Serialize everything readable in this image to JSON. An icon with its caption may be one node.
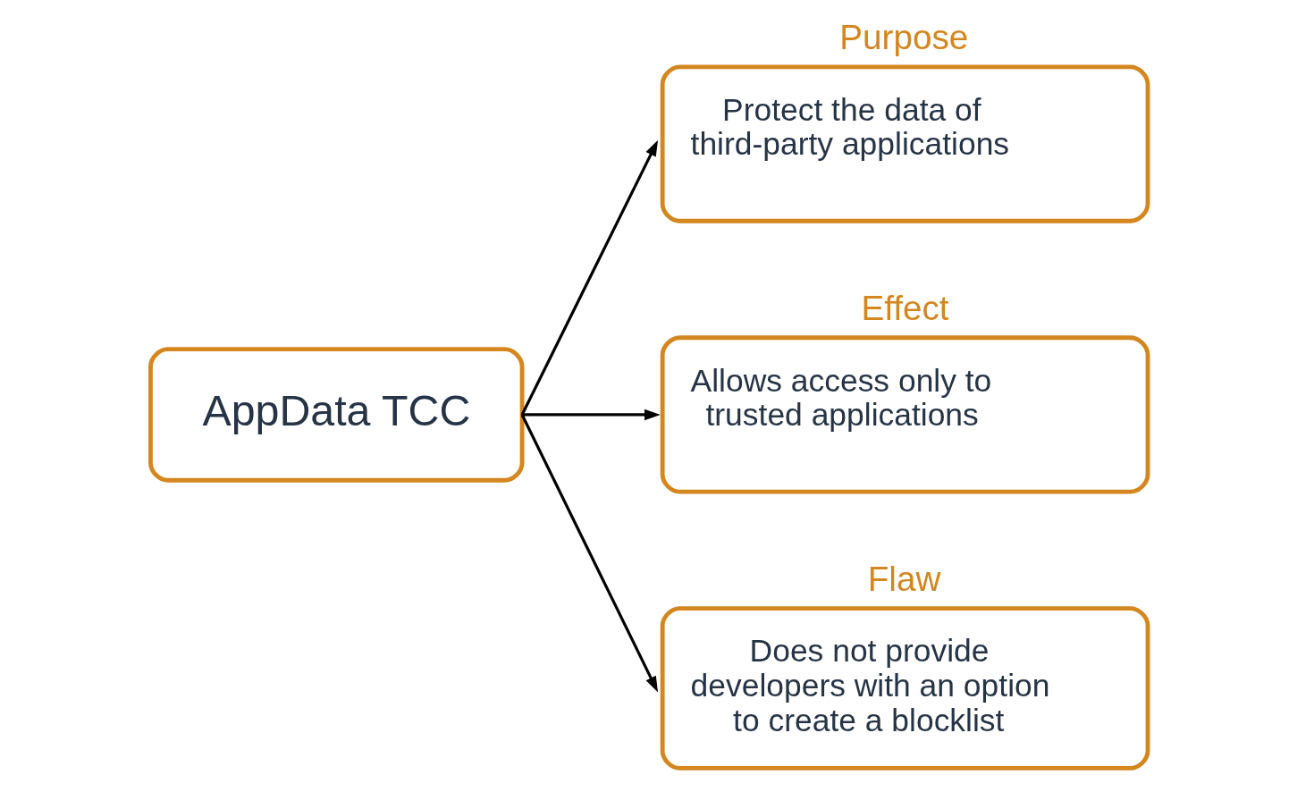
{
  "diagram": {
    "nodes": [
      {
        "text": [
          "AppData TCC"
        ]
      },
      {
        "text": [
          "Purpose",
          "Protect the data of third-party applications"
        ]
      },
      {
        "text": [
          "Effect",
          "Allows access only to trusted applications"
        ]
      },
      {
        "text": [
          "Flaw",
          "Does not provide developers with an option to create a blocklist"
        ]
      }
    ],
    "edges": [
      {
        "from": 0,
        "to": 1,
        "arrow": "to"
      },
      {
        "from": 0,
        "to": 2,
        "arrow": "to"
      },
      {
        "from": 0,
        "to": 3,
        "arrow": "to"
      }
    ]
  }
}
